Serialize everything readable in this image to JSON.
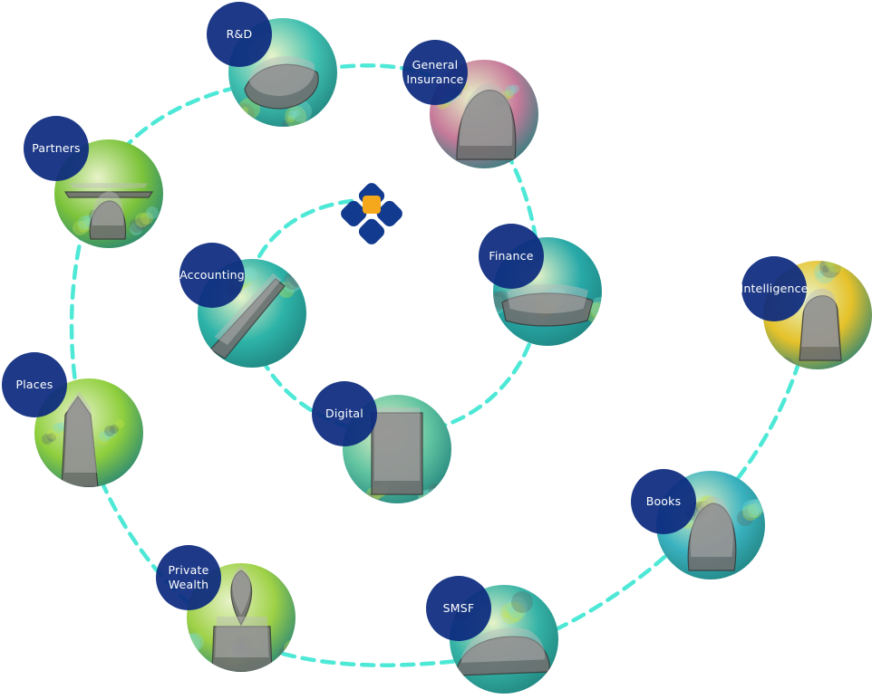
{
  "colors": {
    "path": "#4de8d6",
    "label_bg": "#0c2a7e",
    "logo_blue": "#123a8f",
    "logo_accent": "#f5a81c"
  },
  "nodes": [
    {
      "id": "rnd",
      "label": "R&D",
      "icon": "frog-icon",
      "tint": "#3fbfb0"
    },
    {
      "id": "general-insurance",
      "label": "General\nInsurance",
      "icon": "monkey-icon",
      "tint": "#c77a9a"
    },
    {
      "id": "partners",
      "label": "Partners",
      "icon": "stacked-stones-icon",
      "tint": "#7cc33a"
    },
    {
      "id": "accounting",
      "label": "Accounting",
      "icon": "rocket-hand-icon",
      "tint": "#2db3a8"
    },
    {
      "id": "finance",
      "label": "Finance",
      "icon": "hands-city-icon",
      "tint": "#27a9a8"
    },
    {
      "id": "intelligence",
      "label": "Intelligence",
      "icon": "strongman-icon",
      "tint": "#e6c22a"
    },
    {
      "id": "places",
      "label": "Places",
      "icon": "future-city-icon",
      "tint": "#8fcf3d"
    },
    {
      "id": "digital",
      "label": "Digital",
      "icon": "robot-icon",
      "tint": "#5fc3a0"
    },
    {
      "id": "books",
      "label": "Books",
      "icon": "dog-glasses-icon",
      "tint": "#3ab2c0"
    },
    {
      "id": "private-wealth",
      "label": "Private\nWealth",
      "icon": "coin-jar-plant-icon",
      "tint": "#9ed146"
    },
    {
      "id": "smsf",
      "label": "SMSF",
      "icon": "vintage-car-icon",
      "tint": "#35b3a6"
    }
  ]
}
